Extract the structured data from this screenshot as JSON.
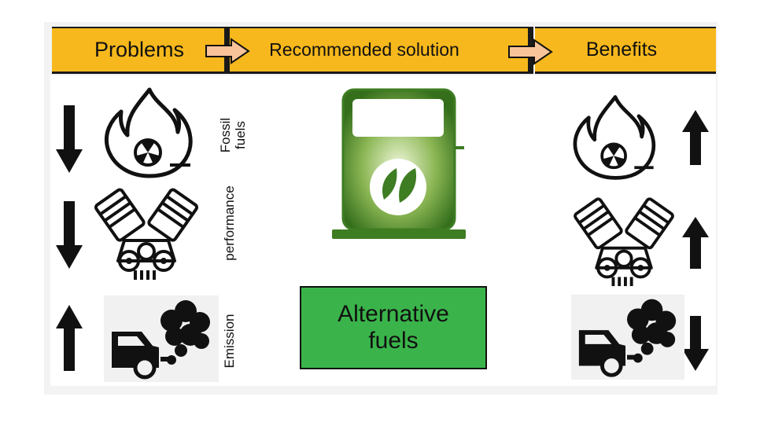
{
  "header": {
    "problems": "Problems",
    "solution": "Recommended solution",
    "benefits": "Benefits"
  },
  "labels": {
    "fossil_line1": "Fossil",
    "fossil_line2": "fuels",
    "performance": "performance",
    "emission": "Emission"
  },
  "solution_box": {
    "line1": "Alternative",
    "line2": "fuels"
  },
  "problems_trends": [
    "down",
    "down",
    "up"
  ],
  "benefits_trends": [
    "up",
    "up",
    "down"
  ],
  "icons": [
    "flame-radiation-icon",
    "engine-icon",
    "car-smoke-icon",
    "fuel-pump-leaf-icon",
    "orange-arrow-icon"
  ],
  "colors": {
    "header": "#f6b81c",
    "solution_box": "#3ab44a",
    "pump": "#3e7d22",
    "arrow": "#f9c39a"
  }
}
